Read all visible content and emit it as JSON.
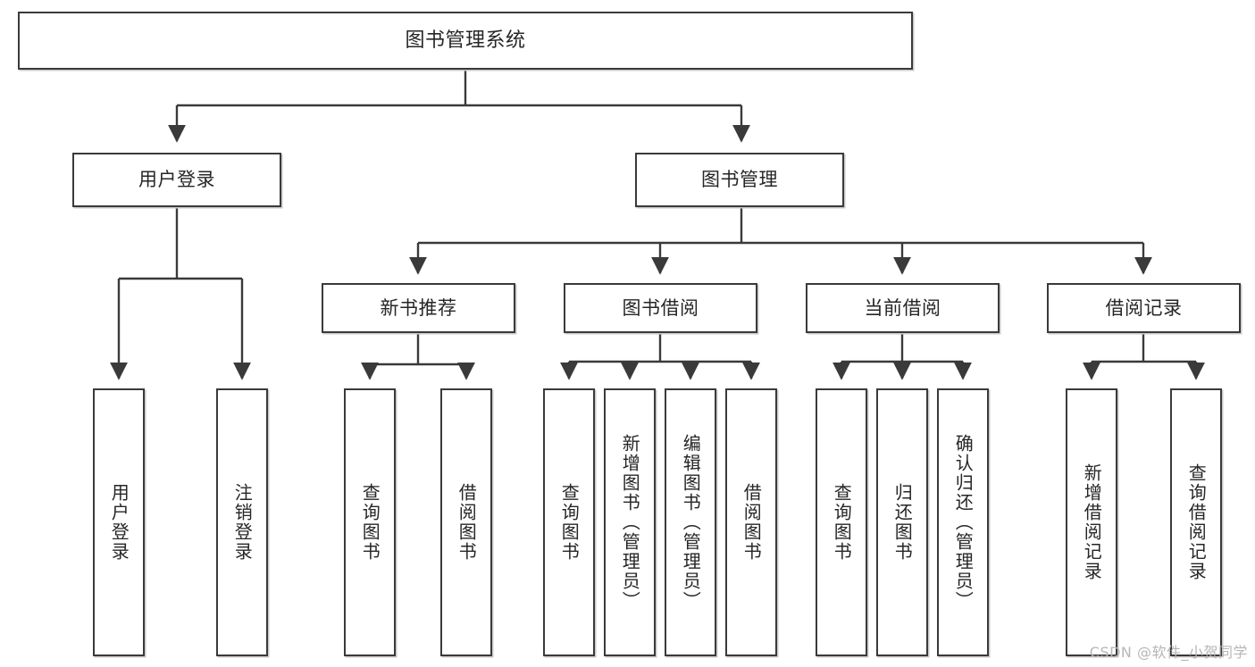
{
  "diagram": {
    "title": "图书管理系统",
    "type": "tree",
    "style": {
      "background": "#ffffff",
      "box_border": "#3a3a3a",
      "box_fill": "#ffffff",
      "box_shadow": "#c9c9c9",
      "connector": "#3a3a3a",
      "text": "#262626",
      "watermark": "#b6b6b6"
    },
    "watermark": "CSDN @软件_小贺同学",
    "levels": {
      "root": {
        "label": "图书管理系统"
      },
      "level2": [
        {
          "label": "用户登录"
        },
        {
          "label": "图书管理"
        }
      ],
      "level3": [
        {
          "label": "新书推荐"
        },
        {
          "label": "图书借阅"
        },
        {
          "label": "当前借阅"
        },
        {
          "label": "借阅记录"
        }
      ],
      "leaves": {
        "user_login": [
          {
            "label": "用户登录"
          },
          {
            "label": "注销登录"
          }
        ],
        "new_book_recommend": [
          {
            "label": "查询图书"
          },
          {
            "label": "借阅图书"
          }
        ],
        "book_borrow": [
          {
            "label": "查询图书"
          },
          {
            "label": "新增图书（管理员）"
          },
          {
            "label": "编辑图书（管理员）"
          },
          {
            "label": "借阅图书"
          }
        ],
        "current_borrow": [
          {
            "label": "查询图书"
          },
          {
            "label": "归还图书"
          },
          {
            "label": "确认归还（管理员）"
          }
        ],
        "borrow_record": [
          {
            "label": "新增借阅记录"
          },
          {
            "label": "查询借阅记录"
          }
        ]
      }
    }
  }
}
